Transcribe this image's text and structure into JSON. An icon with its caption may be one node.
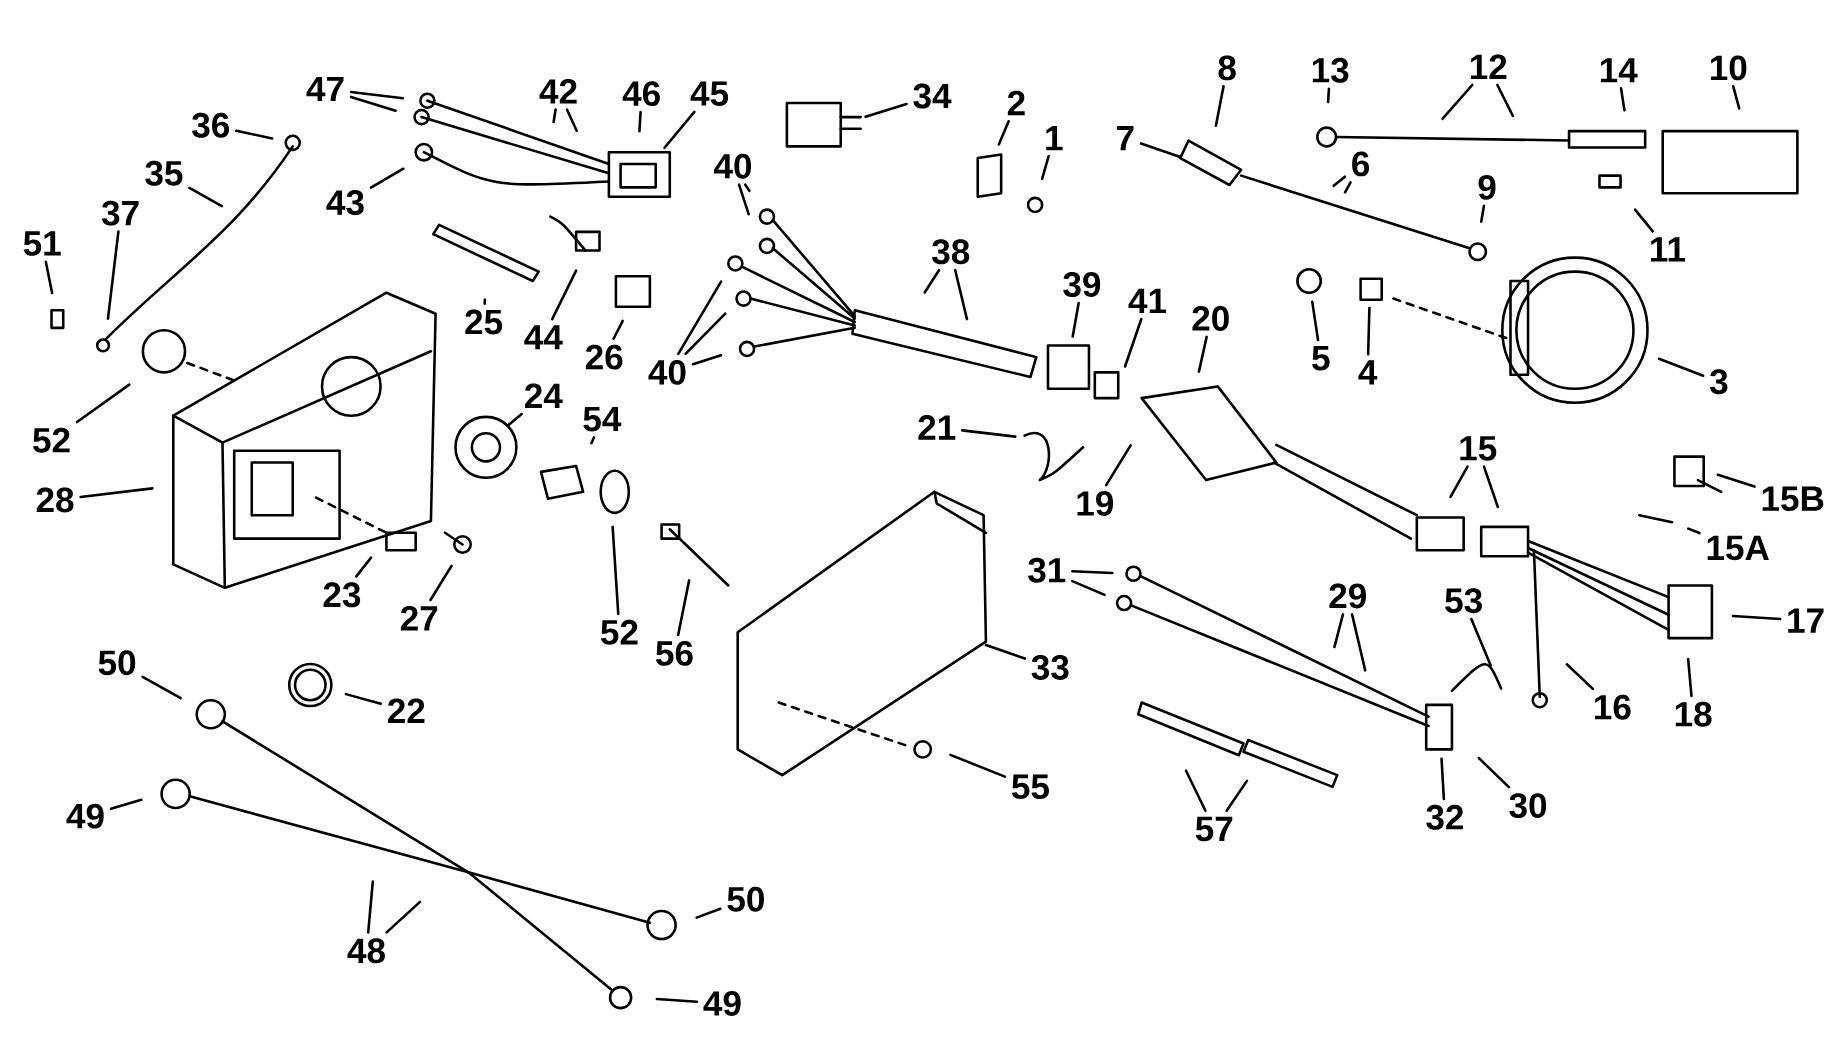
{
  "diagram": {
    "nodes": [
      {
        "text": [
          "47"
        ]
      },
      {
        "text": [
          "42"
        ]
      },
      {
        "text": [
          "46"
        ]
      },
      {
        "text": [
          "45"
        ]
      },
      {
        "text": [
          "36"
        ]
      },
      {
        "text": [
          "35"
        ]
      },
      {
        "text": [
          "37"
        ]
      },
      {
        "text": [
          "51"
        ]
      },
      {
        "text": [
          "43"
        ]
      },
      {
        "text": [
          "25"
        ]
      },
      {
        "text": [
          "44"
        ]
      },
      {
        "text": [
          "26"
        ]
      },
      {
        "text": [
          "34"
        ]
      },
      {
        "text": [
          "2"
        ]
      },
      {
        "text": [
          "1"
        ]
      },
      {
        "text": [
          "40"
        ]
      },
      {
        "text": [
          "40"
        ]
      },
      {
        "text": [
          "38"
        ]
      },
      {
        "text": [
          "39"
        ]
      },
      {
        "text": [
          "41"
        ]
      },
      {
        "text": [
          "20"
        ]
      },
      {
        "text": [
          "19"
        ]
      },
      {
        "text": [
          "21"
        ]
      },
      {
        "text": [
          "8"
        ]
      },
      {
        "text": [
          "7"
        ]
      },
      {
        "text": [
          "13"
        ]
      },
      {
        "text": [
          "12"
        ]
      },
      {
        "text": [
          "14"
        ]
      },
      {
        "text": [
          "10"
        ]
      },
      {
        "text": [
          "6"
        ]
      },
      {
        "text": [
          "9"
        ]
      },
      {
        "text": [
          "11"
        ]
      },
      {
        "text": [
          "5"
        ]
      },
      {
        "text": [
          "4"
        ]
      },
      {
        "text": [
          "3"
        ]
      },
      {
        "text": [
          "52"
        ]
      },
      {
        "text": [
          "28"
        ]
      },
      {
        "text": [
          "24"
        ]
      },
      {
        "text": [
          "54"
        ]
      },
      {
        "text": [
          "23"
        ]
      },
      {
        "text": [
          "27"
        ]
      },
      {
        "text": [
          "52"
        ]
      },
      {
        "text": [
          "56"
        ]
      },
      {
        "text": [
          "22"
        ]
      },
      {
        "text": [
          "15"
        ]
      },
      {
        "text": [
          "15B"
        ]
      },
      {
        "text": [
          "15A"
        ]
      },
      {
        "text": [
          "31"
        ]
      },
      {
        "text": [
          "29"
        ]
      },
      {
        "text": [
          "53"
        ]
      },
      {
        "text": [
          "17"
        ]
      },
      {
        "text": [
          "18"
        ]
      },
      {
        "text": [
          "16"
        ]
      },
      {
        "text": [
          "33"
        ]
      },
      {
        "text": [
          "55"
        ]
      },
      {
        "text": [
          "57"
        ]
      },
      {
        "text": [
          "32"
        ]
      },
      {
        "text": [
          "30"
        ]
      },
      {
        "text": [
          "50"
        ]
      },
      {
        "text": [
          "49"
        ]
      },
      {
        "text": [
          "48"
        ]
      },
      {
        "text": [
          "50"
        ]
      },
      {
        "text": [
          "49"
        ]
      }
    ],
    "edges": [
      {
        "from": 0,
        "to": null,
        "arrow": "none"
      },
      {
        "from": 0,
        "to": null,
        "arrow": "none"
      },
      {
        "from": 1,
        "to": null,
        "arrow": "none"
      },
      {
        "from": 1,
        "to": null,
        "arrow": "none"
      },
      {
        "from": 2,
        "to": null,
        "arrow": "none"
      },
      {
        "from": 3,
        "to": null,
        "arrow": "none"
      },
      {
        "from": 4,
        "to": null,
        "arrow": "none"
      },
      {
        "from": 5,
        "to": null,
        "arrow": "none"
      },
      {
        "from": 6,
        "to": null,
        "arrow": "none"
      },
      {
        "from": 7,
        "to": null,
        "arrow": "none"
      },
      {
        "from": 8,
        "to": null,
        "arrow": "none"
      },
      {
        "from": 9,
        "to": null,
        "arrow": "none"
      },
      {
        "from": 10,
        "to": null,
        "arrow": "none"
      },
      {
        "from": 11,
        "to": null,
        "arrow": "none"
      },
      {
        "from": 12,
        "to": null,
        "arrow": "none"
      },
      {
        "from": 13,
        "to": null,
        "arrow": "none"
      },
      {
        "from": 14,
        "to": null,
        "arrow": "none"
      },
      {
        "from": 15,
        "to": null,
        "arrow": "none"
      },
      {
        "from": 15,
        "to": null,
        "arrow": "none"
      },
      {
        "from": 16,
        "to": null,
        "arrow": "none"
      },
      {
        "from": 16,
        "to": null,
        "arrow": "none"
      },
      {
        "from": 16,
        "to": null,
        "arrow": "none"
      },
      {
        "from": 17,
        "to": null,
        "arrow": "none"
      },
      {
        "from": 17,
        "to": null,
        "arrow": "none"
      },
      {
        "from": 18,
        "to": null,
        "arrow": "none"
      },
      {
        "from": 19,
        "to": null,
        "arrow": "none"
      },
      {
        "from": 20,
        "to": null,
        "arrow": "none"
      },
      {
        "from": 21,
        "to": null,
        "arrow": "none"
      },
      {
        "from": 22,
        "to": null,
        "arrow": "none"
      },
      {
        "from": 23,
        "to": null,
        "arrow": "none"
      },
      {
        "from": 24,
        "to": null,
        "arrow": "none"
      },
      {
        "from": 25,
        "to": null,
        "arrow": "none"
      },
      {
        "from": 26,
        "to": null,
        "arrow": "none"
      },
      {
        "from": 26,
        "to": null,
        "arrow": "none"
      },
      {
        "from": 27,
        "to": null,
        "arrow": "none"
      },
      {
        "from": 28,
        "to": null,
        "arrow": "none"
      },
      {
        "from": 29,
        "to": null,
        "arrow": "none"
      },
      {
        "from": 29,
        "to": null,
        "arrow": "none"
      },
      {
        "from": 30,
        "to": null,
        "arrow": "none"
      },
      {
        "from": 31,
        "to": null,
        "arrow": "none"
      },
      {
        "from": 32,
        "to": null,
        "arrow": "none"
      },
      {
        "from": 33,
        "to": null,
        "arrow": "none"
      },
      {
        "from": 34,
        "to": null,
        "arrow": "none"
      },
      {
        "from": 35,
        "to": null,
        "arrow": "none"
      },
      {
        "from": 36,
        "to": null,
        "arrow": "none"
      },
      {
        "from": 37,
        "to": null,
        "arrow": "none"
      },
      {
        "from": 38,
        "to": null,
        "arrow": "none"
      },
      {
        "from": 39,
        "to": null,
        "arrow": "none"
      },
      {
        "from": 40,
        "to": null,
        "arrow": "none"
      },
      {
        "from": 41,
        "to": null,
        "arrow": "none"
      },
      {
        "from": 42,
        "to": null,
        "arrow": "none"
      },
      {
        "from": 43,
        "to": null,
        "arrow": "none"
      },
      {
        "from": 44,
        "to": null,
        "arrow": "none"
      },
      {
        "from": 44,
        "to": null,
        "arrow": "none"
      },
      {
        "from": 45,
        "to": null,
        "arrow": "none"
      },
      {
        "from": 46,
        "to": null,
        "arrow": "none"
      },
      {
        "from": 47,
        "to": null,
        "arrow": "none"
      },
      {
        "from": 47,
        "to": null,
        "arrow": "none"
      },
      {
        "from": 48,
        "to": null,
        "arrow": "none"
      },
      {
        "from": 48,
        "to": null,
        "arrow": "none"
      },
      {
        "from": 49,
        "to": null,
        "arrow": "none"
      },
      {
        "from": 50,
        "to": null,
        "arrow": "none"
      },
      {
        "from": 51,
        "to": null,
        "arrow": "none"
      },
      {
        "from": 52,
        "to": null,
        "arrow": "none"
      },
      {
        "from": 53,
        "to": null,
        "arrow": "none"
      },
      {
        "from": 54,
        "to": null,
        "arrow": "none"
      },
      {
        "from": 55,
        "to": null,
        "arrow": "none"
      },
      {
        "from": 55,
        "to": null,
        "arrow": "none"
      },
      {
        "from": 56,
        "to": null,
        "arrow": "none"
      },
      {
        "from": 57,
        "to": null,
        "arrow": "none"
      },
      {
        "from": 58,
        "to": null,
        "arrow": "none"
      },
      {
        "from": 59,
        "to": null,
        "arrow": "none"
      },
      {
        "from": 60,
        "to": null,
        "arrow": "none"
      },
      {
        "from": 60,
        "to": null,
        "arrow": "none"
      },
      {
        "from": 61,
        "to": null,
        "arrow": "none"
      },
      {
        "from": 62,
        "to": null,
        "arrow": "none"
      }
    ]
  }
}
